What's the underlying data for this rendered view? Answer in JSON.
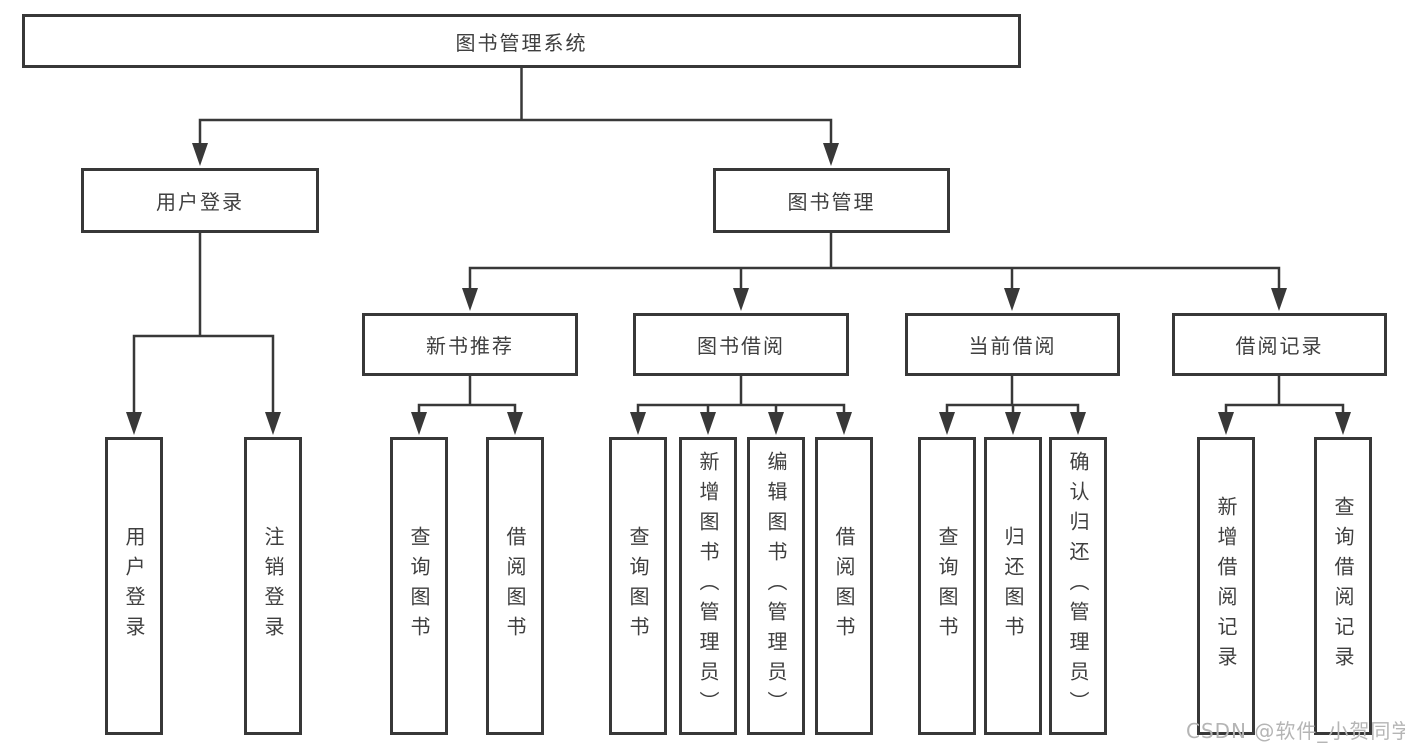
{
  "diagram_title": "图书管理系统",
  "colors": {
    "line": "#383838",
    "box_border": "#383838",
    "text": "#3f3f3f",
    "watermark": "#b5b5b5",
    "background": "#ffffff"
  },
  "tree": {
    "label": "图书管理系统",
    "children": [
      {
        "label": "用户登录",
        "children": [
          {
            "label": "用户登录"
          },
          {
            "label": "注销登录"
          }
        ]
      },
      {
        "label": "图书管理",
        "children": [
          {
            "label": "新书推荐",
            "children": [
              {
                "label": "查询图书"
              },
              {
                "label": "借阅图书"
              }
            ]
          },
          {
            "label": "图书借阅",
            "children": [
              {
                "label": "查询图书"
              },
              {
                "label": "新增图书（管理员）"
              },
              {
                "label": "编辑图书（管理员）"
              },
              {
                "label": "借阅图书"
              }
            ]
          },
          {
            "label": "当前借阅",
            "children": [
              {
                "label": "查询图书"
              },
              {
                "label": "归还图书"
              },
              {
                "label": "确认归还（管理员）"
              }
            ]
          },
          {
            "label": "借阅记录",
            "children": [
              {
                "label": "新增借阅记录"
              },
              {
                "label": "查询借阅记录"
              }
            ]
          }
        ]
      }
    ]
  },
  "watermark": "CSDN @软件_小贺同学"
}
